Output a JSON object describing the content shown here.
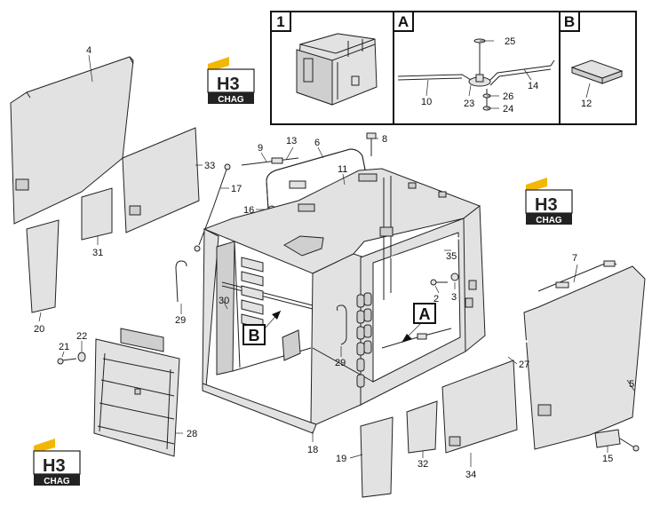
{
  "inset_boxes": [
    {
      "label": "1"
    },
    {
      "label": "A"
    },
    {
      "label": "B"
    }
  ],
  "callouts": {
    "a": "A",
    "b": "B"
  },
  "logo": {
    "letters": "H3",
    "sub": "CHAG",
    "accent": "#f2b705"
  },
  "parts": [
    "25",
    "10",
    "23",
    "26",
    "24",
    "14",
    "12",
    "4",
    "33",
    "17",
    "9",
    "13",
    "6",
    "8",
    "11",
    "16",
    "31",
    "20",
    "35",
    "2",
    "3",
    "7",
    "29",
    "30",
    "21",
    "22",
    "27",
    "5",
    "28",
    "18",
    "19",
    "32",
    "34",
    "15"
  ]
}
